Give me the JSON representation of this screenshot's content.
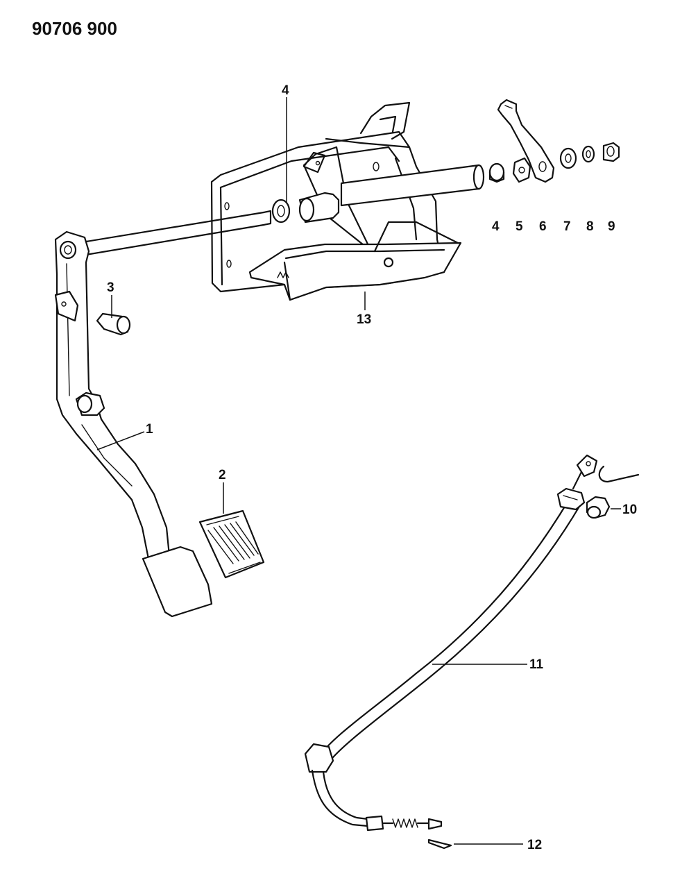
{
  "figure_code": "90706 900",
  "labels": {
    "p1": "1",
    "p2": "2",
    "p3": "3",
    "p4a": "4",
    "p4b": "4",
    "p5": "5",
    "p6": "6",
    "p7": "7",
    "p8": "8",
    "p9": "9",
    "p10": "10",
    "p11": "11",
    "p12": "12",
    "p13": "13"
  }
}
